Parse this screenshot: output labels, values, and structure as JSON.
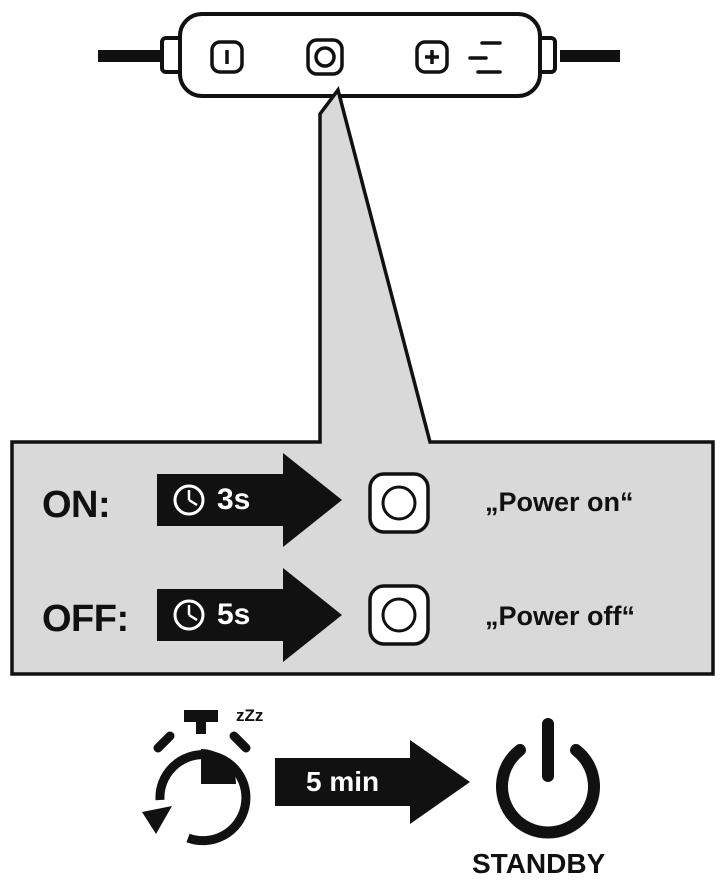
{
  "remote": {
    "buttons": [
      "minus-button",
      "multifunction-button",
      "plus-button"
    ],
    "volume_levels": 3
  },
  "rows": [
    {
      "label": "ON:",
      "duration": "3s",
      "voice": "„Power  on“"
    },
    {
      "label": "OFF:",
      "duration": "5s",
      "voice": "„Power  off“"
    }
  ],
  "standby": {
    "sleep_text": "zZz",
    "timer": "5 min",
    "label": "STANDBY"
  },
  "colors": {
    "panel": "#d9d9d9",
    "ink": "#111111",
    "arrow": "#111111",
    "background": "#ffffff"
  }
}
